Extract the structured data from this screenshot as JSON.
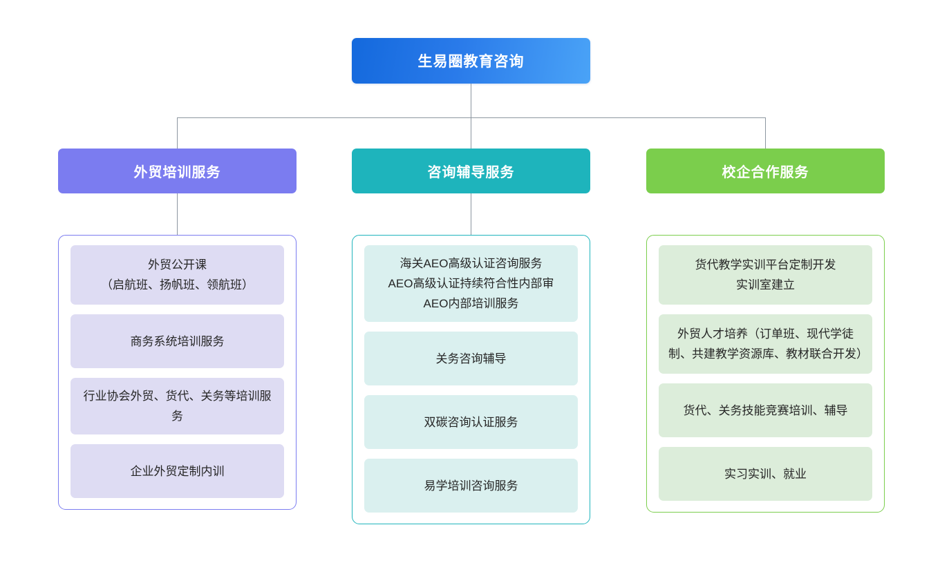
{
  "colors": {
    "root_gradient_start": "#1469dd",
    "root_gradient_end": "#4aa3f7",
    "purple": "#7b7cf0",
    "purple_leaf": "#dedcf3",
    "teal": "#1eb4bc",
    "teal_leaf": "#daf0ef",
    "green": "#7bce4c",
    "green_leaf": "#dcedda",
    "connector_line": "#8c96a0",
    "canvas": "#ffffff"
  },
  "root": {
    "label": "生易圈教育咨询"
  },
  "columns": [
    {
      "header": "外贸培训服务",
      "theme": "purple",
      "items": [
        {
          "label": "外贸公开课\n（启航班、扬帆班、领航班）"
        },
        {
          "label": "商务系统培训服务"
        },
        {
          "label": "行业协会外贸、货代、关务等培训服务"
        },
        {
          "label": "企业外贸定制内训"
        }
      ]
    },
    {
      "header": "咨询辅导服务",
      "theme": "teal",
      "items": [
        {
          "label": "海关AEO高级认证咨询服务\nAEO高级认证持续符合性内部审\nAEO内部培训服务"
        },
        {
          "label": "关务咨询辅导"
        },
        {
          "label": "双碳咨询认证服务"
        },
        {
          "label": "易学培训咨询服务"
        }
      ]
    },
    {
      "header": "校企合作服务",
      "theme": "green",
      "items": [
        {
          "label": "货代教学实训平台定制开发\n实训室建立"
        },
        {
          "label": "外贸人才培养（订单班、现代学徒制、共建教学资源库、教材联合开发）"
        },
        {
          "label": "货代、关务技能竞赛培训、辅导"
        },
        {
          "label": "实习实训、就业"
        }
      ]
    }
  ]
}
